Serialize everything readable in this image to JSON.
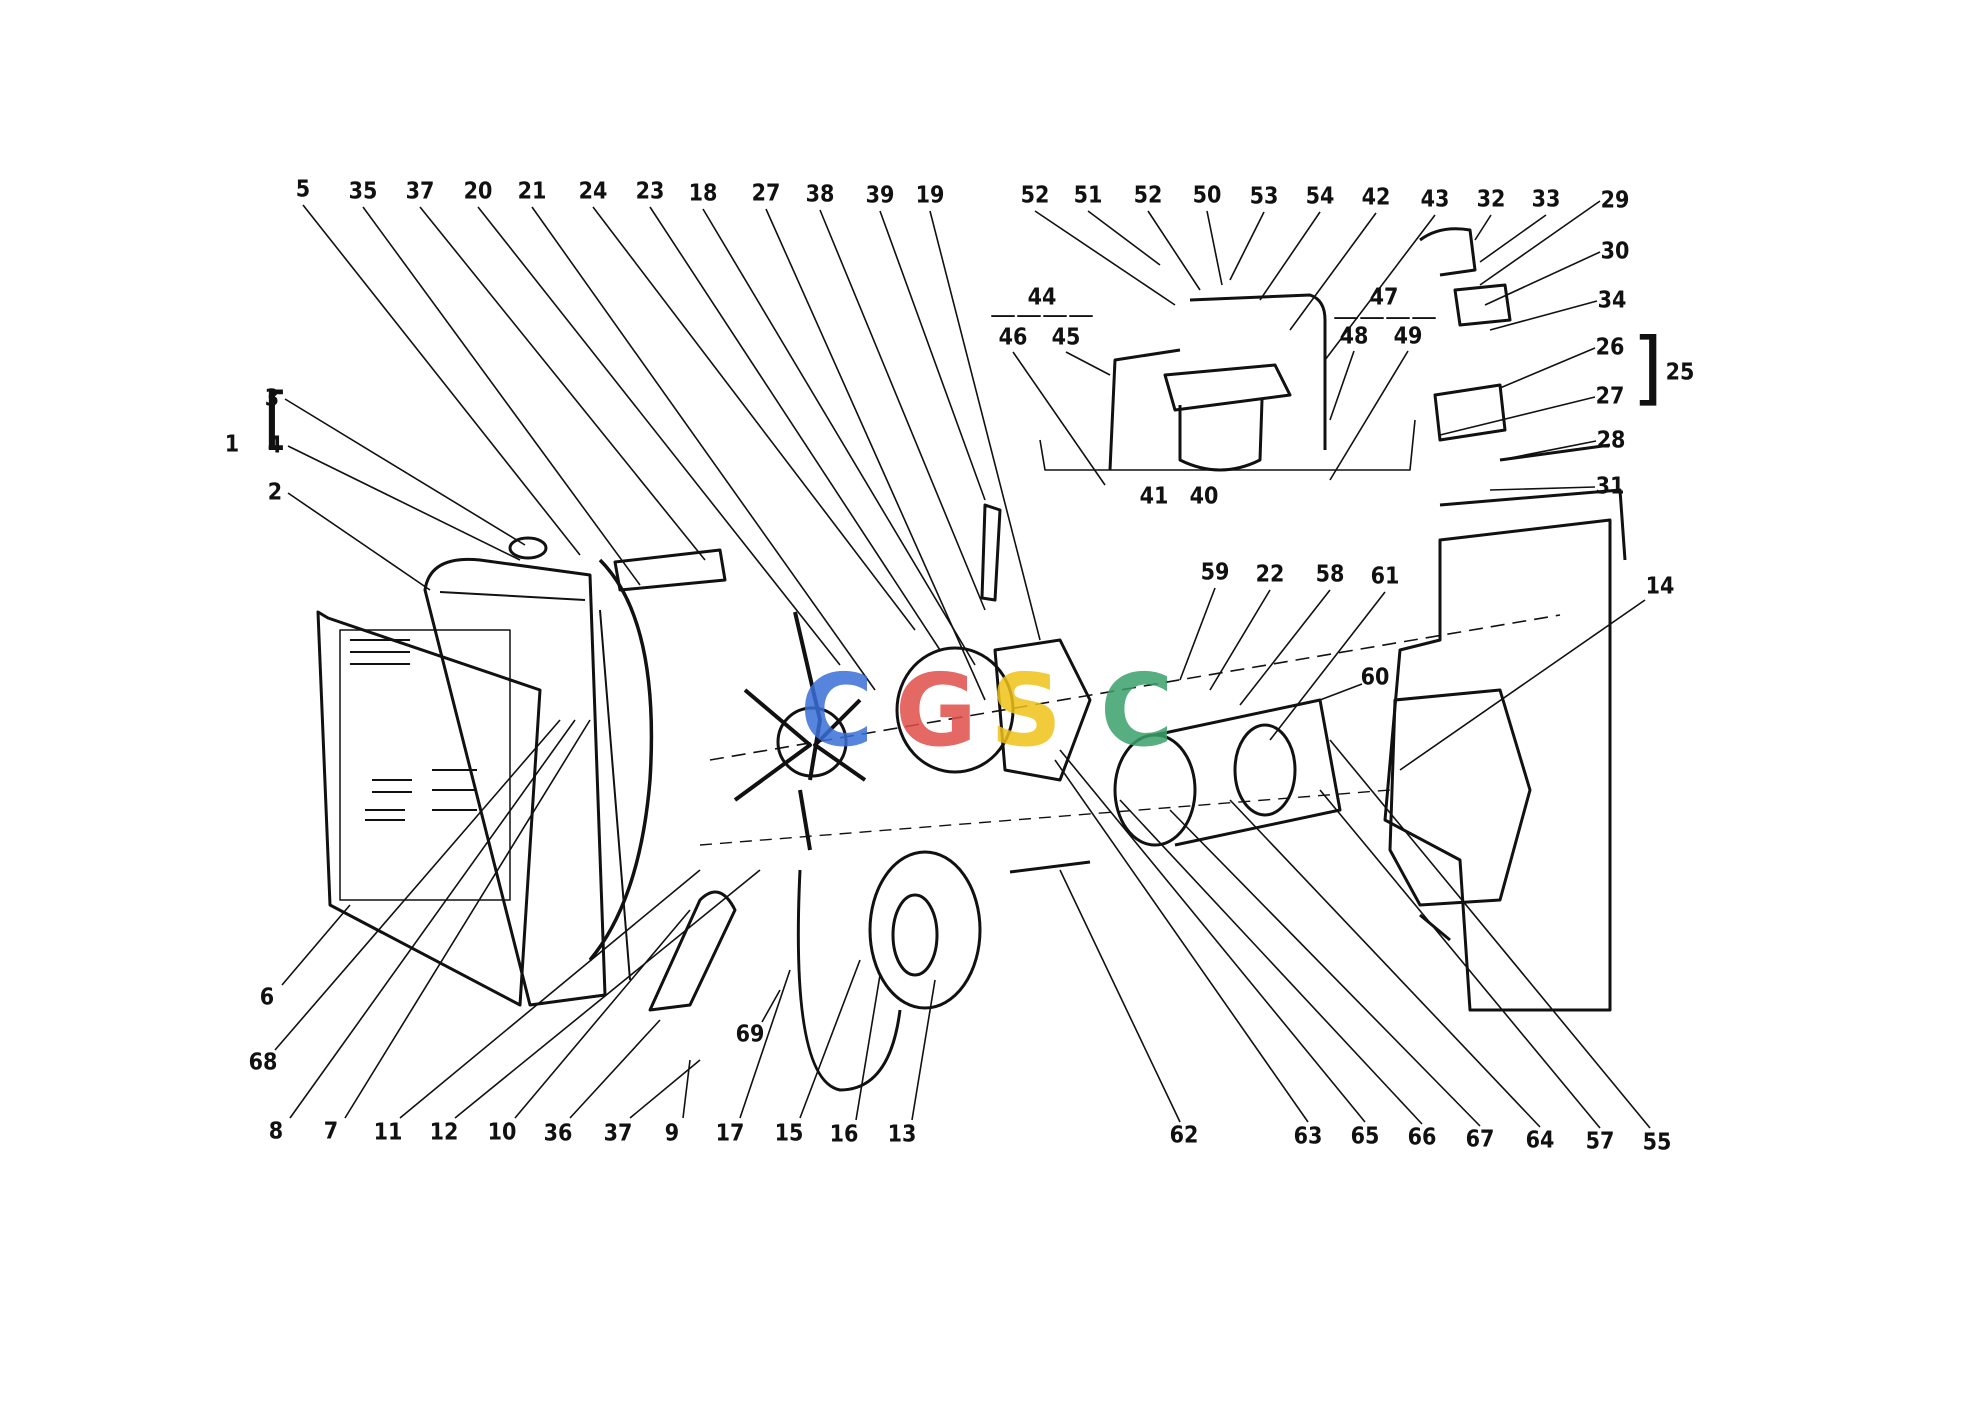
{
  "diagram": {
    "watermark_letters": [
      "C",
      "G",
      "S",
      "C"
    ],
    "watermark_colors": [
      "#3a6fd8",
      "#e0504a",
      "#f0c21a",
      "#3aa06a"
    ],
    "ink_color": "#111111",
    "group_labels": {
      "g1": "1",
      "g25": "25",
      "g44": "44",
      "g47": "47"
    },
    "callouts": [
      "5",
      "35",
      "37",
      "20",
      "21",
      "24",
      "23",
      "18",
      "27",
      "38",
      "39",
      "19",
      "52",
      "51",
      "52",
      "50",
      "53",
      "54",
      "42",
      "43",
      "32",
      "33",
      "29",
      "30",
      "34",
      "26",
      "27",
      "28",
      "31",
      "44",
      "46",
      "45",
      "47",
      "48",
      "49",
      "41",
      "40",
      "3",
      "4",
      "2",
      "59",
      "22",
      "58",
      "61",
      "14",
      "60",
      "6",
      "68",
      "8",
      "7",
      "11",
      "12",
      "10",
      "36",
      "37",
      "9",
      "17",
      "69",
      "15",
      "16",
      "13",
      "62",
      "63",
      "65",
      "66",
      "67",
      "64",
      "57",
      "55"
    ]
  }
}
